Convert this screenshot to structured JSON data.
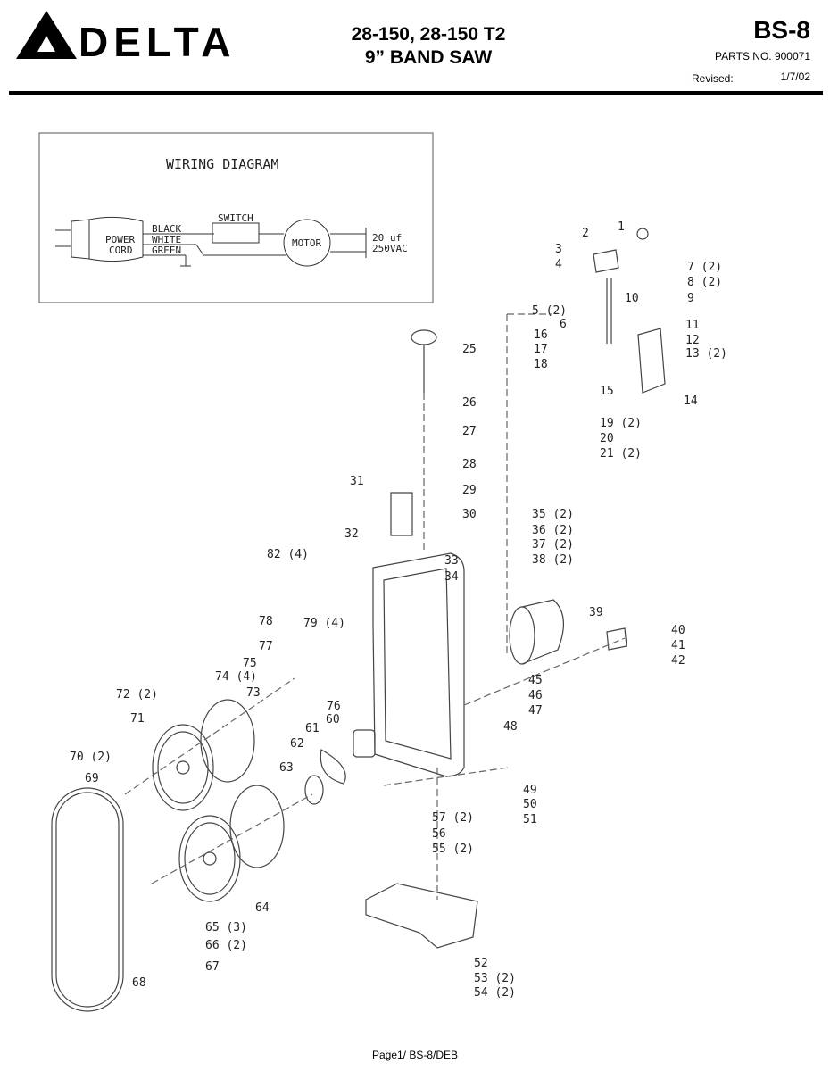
{
  "header": {
    "brand": "DELTA",
    "model_line1": "28-150, 28-150 T2",
    "model_line2": "9” BAND SAW",
    "doc_id": "BS-8",
    "parts_no": "PARTS NO. 900071",
    "revised_label": "Revised:",
    "revised_date": "1/7/02"
  },
  "wiring": {
    "title": "WIRING DIAGRAM",
    "power_cord": [
      "POWER",
      "CORD"
    ],
    "wires": [
      "BLACK",
      "WHITE",
      "GREEN"
    ],
    "switch": "SWITCH",
    "motor": "MOTOR",
    "capacitor": [
      "20 uf",
      "250VAC"
    ]
  },
  "callouts": [
    "1",
    "2",
    "3",
    "4",
    "5 (2)",
    "6",
    "7 (2)",
    "8 (2)",
    "9",
    "10",
    "11",
    "12",
    "13 (2)",
    "14",
    "15",
    "16",
    "17",
    "18",
    "19 (2)",
    "20",
    "21 (2)",
    "25",
    "26",
    "27",
    "28",
    "29",
    "30",
    "31",
    "32",
    "33",
    "34",
    "35 (2)",
    "36 (2)",
    "37 (2)",
    "38 (2)",
    "39",
    "40",
    "41",
    "42",
    "45",
    "46",
    "47",
    "48",
    "49",
    "50",
    "51",
    "52",
    "53 (2)",
    "54 (2)",
    "55 (2)",
    "56",
    "57 (2)",
    "60",
    "61",
    "62",
    "63",
    "64",
    "65 (3)",
    "66 (2)",
    "67",
    "68",
    "69",
    "70 (2)",
    "71",
    "72 (2)",
    "73",
    "74 (4)",
    "75",
    "76",
    "77",
    "78",
    "79 (4)",
    "82 (4)"
  ],
  "footer": "Page1/ BS-8/DEB"
}
